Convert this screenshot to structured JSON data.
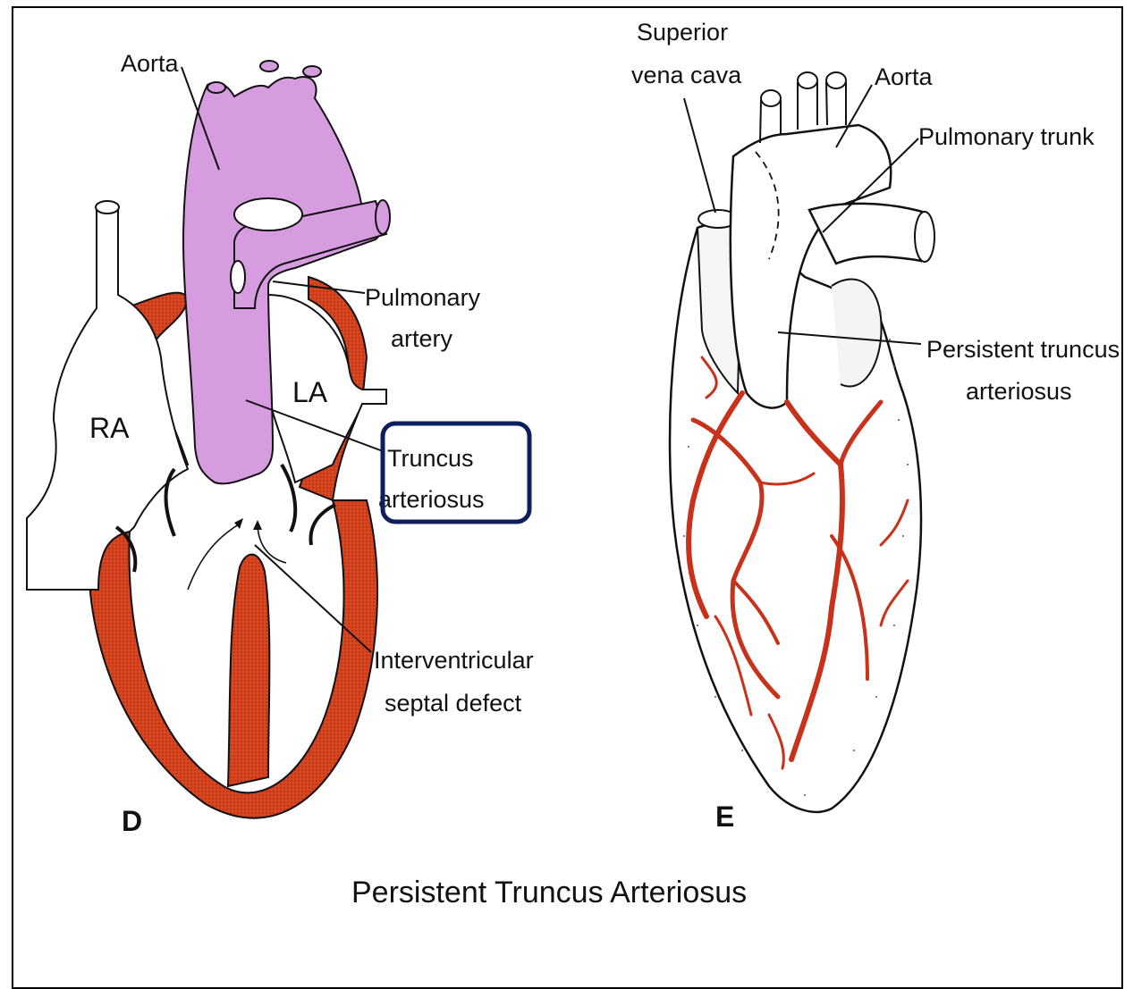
{
  "panel_d": {
    "letter": "D",
    "labels": {
      "aorta": "Aorta",
      "pulmonary_artery_1": "Pulmonary",
      "pulmonary_artery_2": "artery",
      "ra": "RA",
      "la": "LA",
      "truncus_1": "Truncus",
      "truncus_2": "arteriosus",
      "ivsd_1": "Interventricular",
      "ivsd_2": "septal defect"
    }
  },
  "panel_e": {
    "letter": "E",
    "labels": {
      "svc_1": "Superior",
      "svc_2": "vena cava",
      "aorta": "Aorta",
      "pulmonary_trunk": "Pulmonary trunk",
      "persistent_1": "Persistent truncus",
      "persistent_2": "arteriosus"
    }
  },
  "caption": "Persistent Truncus Arteriosus",
  "colors": {
    "truncus_fill": "#d79be0",
    "myocardium": "#d9451f",
    "vessels": "#c8321a",
    "highlight_box": "#0d1f5c",
    "outline": "#111111"
  }
}
